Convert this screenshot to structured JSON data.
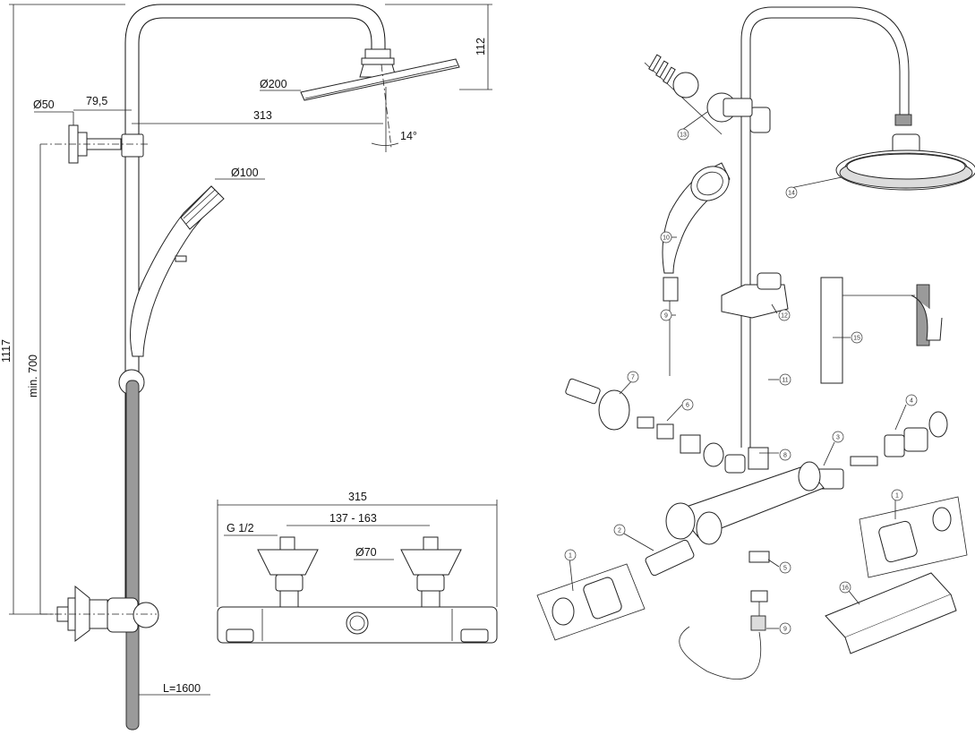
{
  "left_drawing": {
    "dimensions": {
      "total_height": "1117",
      "min_height": "min. 700",
      "head_arm_height": "112",
      "wall_disc": "Ø50",
      "wall_offset": "79,5",
      "arm_reach": "313",
      "head_diameter": "Ø200",
      "tilt_angle": "14°",
      "hand_shower_diameter": "Ø100",
      "hose_length": "L=1600"
    }
  },
  "mixer_drawing": {
    "dimensions": {
      "width": "315",
      "thread": "G 1/2",
      "centres": "137 - 163",
      "escutcheon": "Ø70"
    }
  },
  "exploded_view": {
    "part_numbers": [
      "13",
      "14",
      "10",
      "9",
      "12",
      "15",
      "11",
      "7",
      "6",
      "8",
      "3",
      "4",
      "1",
      "2",
      "1",
      "5",
      "16",
      "9"
    ]
  }
}
